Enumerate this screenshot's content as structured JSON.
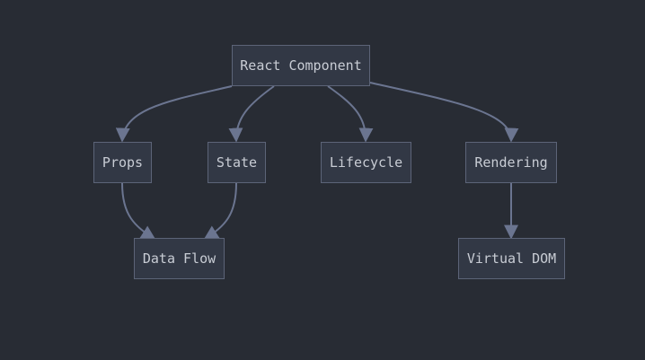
{
  "diagram": {
    "nodes": {
      "react_component": "React Component",
      "props": "Props",
      "state": "State",
      "lifecycle": "Lifecycle",
      "rendering": "Rendering",
      "data_flow": "Data Flow",
      "virtual_dom": "Virtual DOM"
    },
    "edges": [
      {
        "from": "React Component",
        "to": "Props"
      },
      {
        "from": "React Component",
        "to": "State"
      },
      {
        "from": "React Component",
        "to": "Lifecycle"
      },
      {
        "from": "React Component",
        "to": "Rendering"
      },
      {
        "from": "Props",
        "to": "Data Flow"
      },
      {
        "from": "State",
        "to": "Data Flow"
      },
      {
        "from": "Rendering",
        "to": "Virtual DOM"
      }
    ],
    "colors": {
      "background": "#282c34",
      "node_fill": "#323845",
      "node_border": "#5c6478",
      "edge": "#6b7590",
      "text": "#c8ccd4"
    }
  }
}
